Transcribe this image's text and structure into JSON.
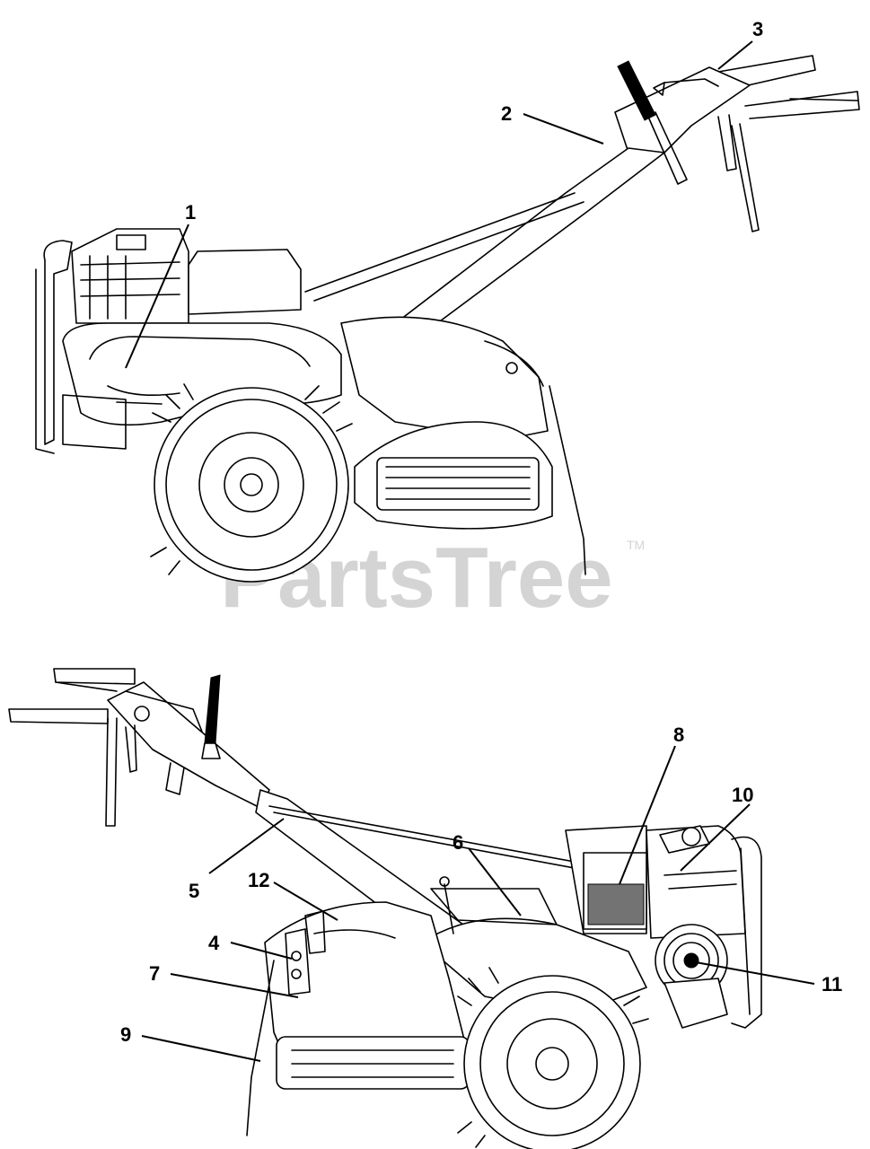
{
  "watermark": {
    "text": "PartsTree",
    "trademark": "TM"
  },
  "callouts": {
    "c1": "1",
    "c2": "2",
    "c3": "3",
    "c4": "4",
    "c5": "5",
    "c6": "6",
    "c7": "7",
    "c8": "8",
    "c9": "9",
    "c10": "10",
    "c11": "11",
    "c12": "12"
  },
  "views": [
    "tiller-left-side-view",
    "tiller-right-side-view"
  ]
}
